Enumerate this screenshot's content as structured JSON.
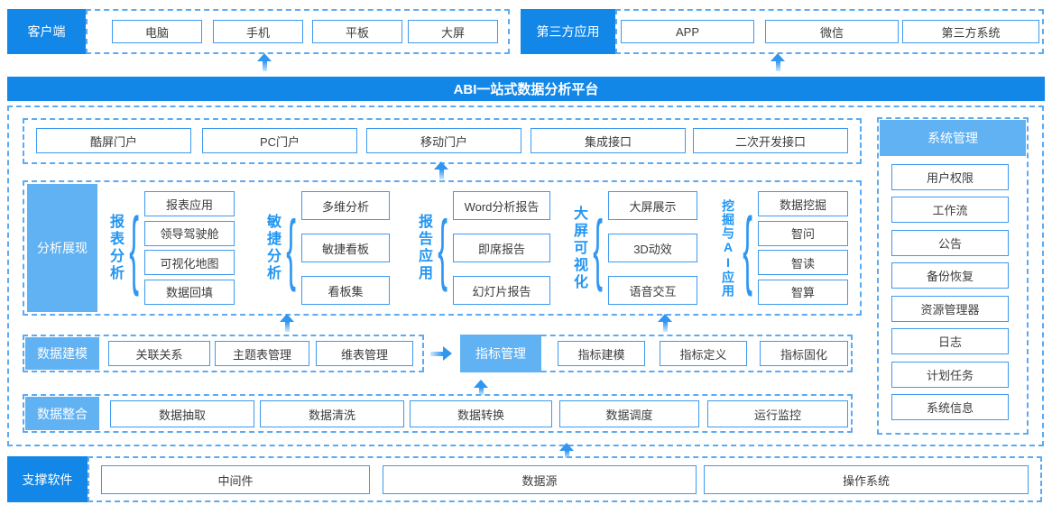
{
  "colors": {
    "brand_blue": "#1287e8",
    "light_blue": "#61b2f3",
    "box_border_blue": "#3d9af0",
    "dashed_border_blue": "#5caaf2",
    "group_label_blue": "#2196f3",
    "box_text": "#3c3c3c"
  },
  "icons": {
    "brace": "{"
  },
  "client": {
    "label": "客户端",
    "items": [
      "电脑",
      "手机",
      "平板",
      "大屏"
    ]
  },
  "third_party": {
    "label": "第三方应用",
    "items": [
      "APP",
      "微信",
      "第三方系统"
    ]
  },
  "banner": {
    "title": "ABI一站式数据分析平台"
  },
  "portals": {
    "items": [
      "酷屏门户",
      "PC门户",
      "移动门户",
      "集成接口",
      "二次开发接口"
    ]
  },
  "analysis": {
    "label": "分析展现",
    "groups": [
      {
        "name": "报表分析",
        "items": [
          "报表应用",
          "领导驾驶舱",
          "可视化地图",
          "数据回填"
        ]
      },
      {
        "name": "敏捷分析",
        "items": [
          "多维分析",
          "敏捷看板",
          "看板集"
        ]
      },
      {
        "name": "报告应用",
        "items": [
          "Word分析报告",
          "即席报告",
          "幻灯片报告"
        ]
      },
      {
        "name": "大屏可视化",
        "items": [
          "大屏展示",
          "3D动效",
          "语音交互"
        ]
      },
      {
        "name": "挖掘与AI应用",
        "items": [
          "数据挖掘",
          "智问",
          "智读",
          "智算"
        ]
      }
    ]
  },
  "modeling": {
    "label": "数据建模",
    "items": [
      "关联关系",
      "主题表管理",
      "维表管理"
    ]
  },
  "metrics": {
    "label": "指标管理",
    "items": [
      "指标建模",
      "指标定义",
      "指标固化"
    ]
  },
  "integration": {
    "label": "数据整合",
    "items": [
      "数据抽取",
      "数据清洗",
      "数据转换",
      "数据调度",
      "运行监控"
    ]
  },
  "system": {
    "label": "系统管理",
    "items": [
      "用户权限",
      "工作流",
      "公告",
      "备份恢复",
      "资源管理器",
      "日志",
      "计划任务",
      "系统信息"
    ]
  },
  "support": {
    "label": "支撑软件",
    "items": [
      "中间件",
      "数据源",
      "操作系统"
    ]
  }
}
